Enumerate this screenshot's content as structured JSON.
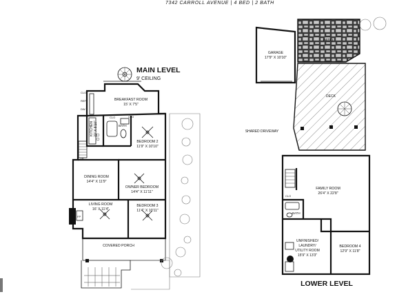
{
  "header": {
    "text": "7342 CARROLL AVENUE  |  4 BED  |  2 BATH"
  },
  "main_level": {
    "title": "MAIN LEVEL",
    "subtitle": "9' CEILING",
    "rooms": {
      "breakfast": {
        "name": "BREAKFAST ROOM",
        "dims": "15' X 7'5\""
      },
      "kitchen": {
        "name": "KITCHEN",
        "dims": "22' X 8'10\""
      },
      "bath": {
        "name": "BATH"
      },
      "bedroom2": {
        "name": "BEDROOM 2",
        "dims": "11'9\" X 10'10\""
      },
      "dining": {
        "name": "DINING ROOM",
        "dims": "14'4\" X 11'9\""
      },
      "owner": {
        "name": "OWNER BEDROOM",
        "dims": "14'4\" X 11'11\""
      },
      "living": {
        "name": "LIVING ROOM",
        "dims": "16' X 11'4\""
      },
      "bedroom3": {
        "name": "BEDROOM 3",
        "dims": "11'4\" X 10'11\""
      },
      "porch": {
        "name": "COVERED PORCH"
      }
    },
    "fixtures": {
      "fp": "FP",
      "clo1": "CLO",
      "clo2": "CLO",
      "clo3": "CLO",
      "ref": "REF",
      "dw": "DW",
      "up": "UP"
    }
  },
  "lower_level": {
    "title": "LOWER LEVEL",
    "rooms": {
      "patio": {
        "name": "PATIO"
      },
      "garage": {
        "name": "GARAGE",
        "dims": "17'9\" X 10'10\""
      },
      "deck": {
        "name": "DECK"
      },
      "driveway": {
        "name": "SHARED DRIVEWAY"
      },
      "family": {
        "name": "FAMILY ROOM",
        "dims": "26'4\" X 22'8\""
      },
      "bath": {
        "name": "BATH"
      },
      "utility": {
        "name": "UNFINISHED/ LAUNDRY/ UTILITY ROOM",
        "line1": "UNFINISHED/",
        "line2": "LAUNDRY/",
        "line3": "UTILITY ROOM",
        "dims": "15'9\" X 13'3\""
      },
      "bedroom4": {
        "name": "BEDROOM 4",
        "dims": "12'9\" X 11'8\""
      }
    },
    "fixtures": {
      "clo": "CLO"
    }
  }
}
